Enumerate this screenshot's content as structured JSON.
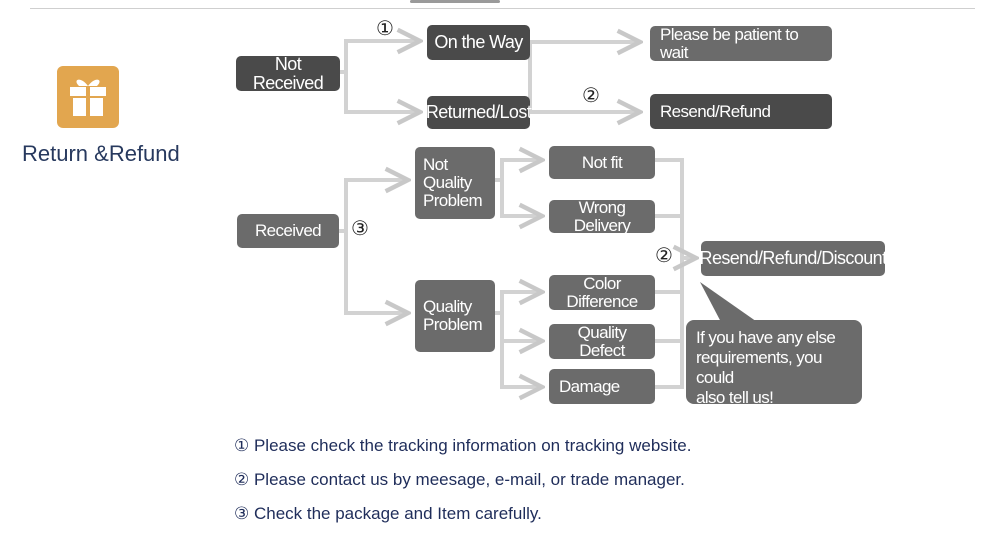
{
  "section": {
    "title": "Return &Refund",
    "icon": "gift-icon"
  },
  "flow": {
    "not_received": "Not Received",
    "on_the_way": "On the Way",
    "returned_lost": "Returned/Lost",
    "please_wait": "Please be patient to wait",
    "resend_refund": "Resend/Refund",
    "received": "Received",
    "not_quality_problem": "Not\nQuality\nProblem",
    "quality_problem": "Quality\nProblem",
    "not_fit": "Not fit",
    "wrong_delivery": "Wrong Delivery",
    "color_difference": "Color Difference",
    "quality_defect": "Quality Defect",
    "damage": "Damage",
    "resend_refund_discount": "Resend/Refund/Discount",
    "bubble_text": "If you have any else\nrequirements, you could\nalso tell us!"
  },
  "markers": {
    "one": "①",
    "two": "②",
    "three": "③"
  },
  "notes": [
    "① Please check the tracking information on tracking website.",
    "② Please contact us by meesage, e-mail, or trade manager.",
    "③ Check the package and Item carefully."
  ],
  "colors": {
    "box": "#6b6b6b",
    "box_dark": "#4a4a4a",
    "connector": "#d2d2d2",
    "icon": "#e2a64f",
    "title": "#27395e",
    "notes": "#1f2d5a"
  }
}
